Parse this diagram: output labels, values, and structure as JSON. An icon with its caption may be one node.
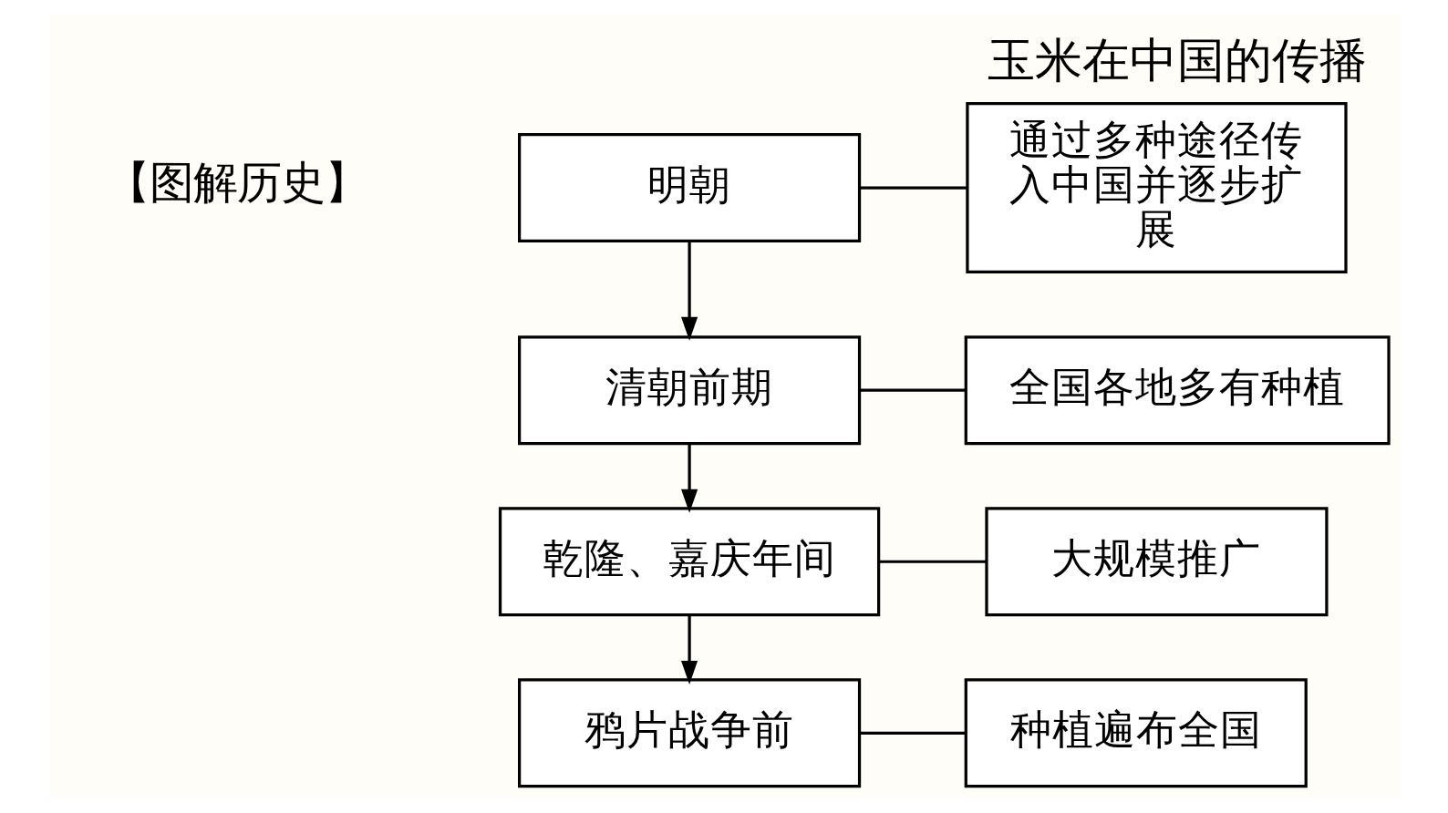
{
  "diagram": {
    "title": "玉米在中国的传播",
    "nodes": [
      {
        "text": [
          "明朝"
        ]
      },
      {
        "text": [
          "通过多种途径传入中国并逐步扩展"
        ]
      },
      {
        "text": [
          "清朝前期"
        ]
      },
      {
        "text": [
          "全国各地多有种植"
        ]
      },
      {
        "text": [
          "乾隆、嘉庆年间"
        ]
      },
      {
        "text": [
          "大规模推广"
        ]
      },
      {
        "text": [
          "鸦片战争前"
        ]
      },
      {
        "text": [
          "种植遍布全国"
        ]
      }
    ],
    "edges": [
      {
        "from": 0,
        "to": 1,
        "arrow": "none"
      },
      {
        "from": 0,
        "to": 2,
        "arrow": "to"
      },
      {
        "from": 2,
        "to": 3,
        "arrow": "none"
      },
      {
        "from": 2,
        "to": 4,
        "arrow": "to"
      },
      {
        "from": 4,
        "to": 5,
        "arrow": "none"
      },
      {
        "from": 4,
        "to": 6,
        "arrow": "to"
      },
      {
        "from": 6,
        "to": 7,
        "arrow": "none"
      }
    ],
    "labels": [
      "【图解历史】"
    ]
  }
}
